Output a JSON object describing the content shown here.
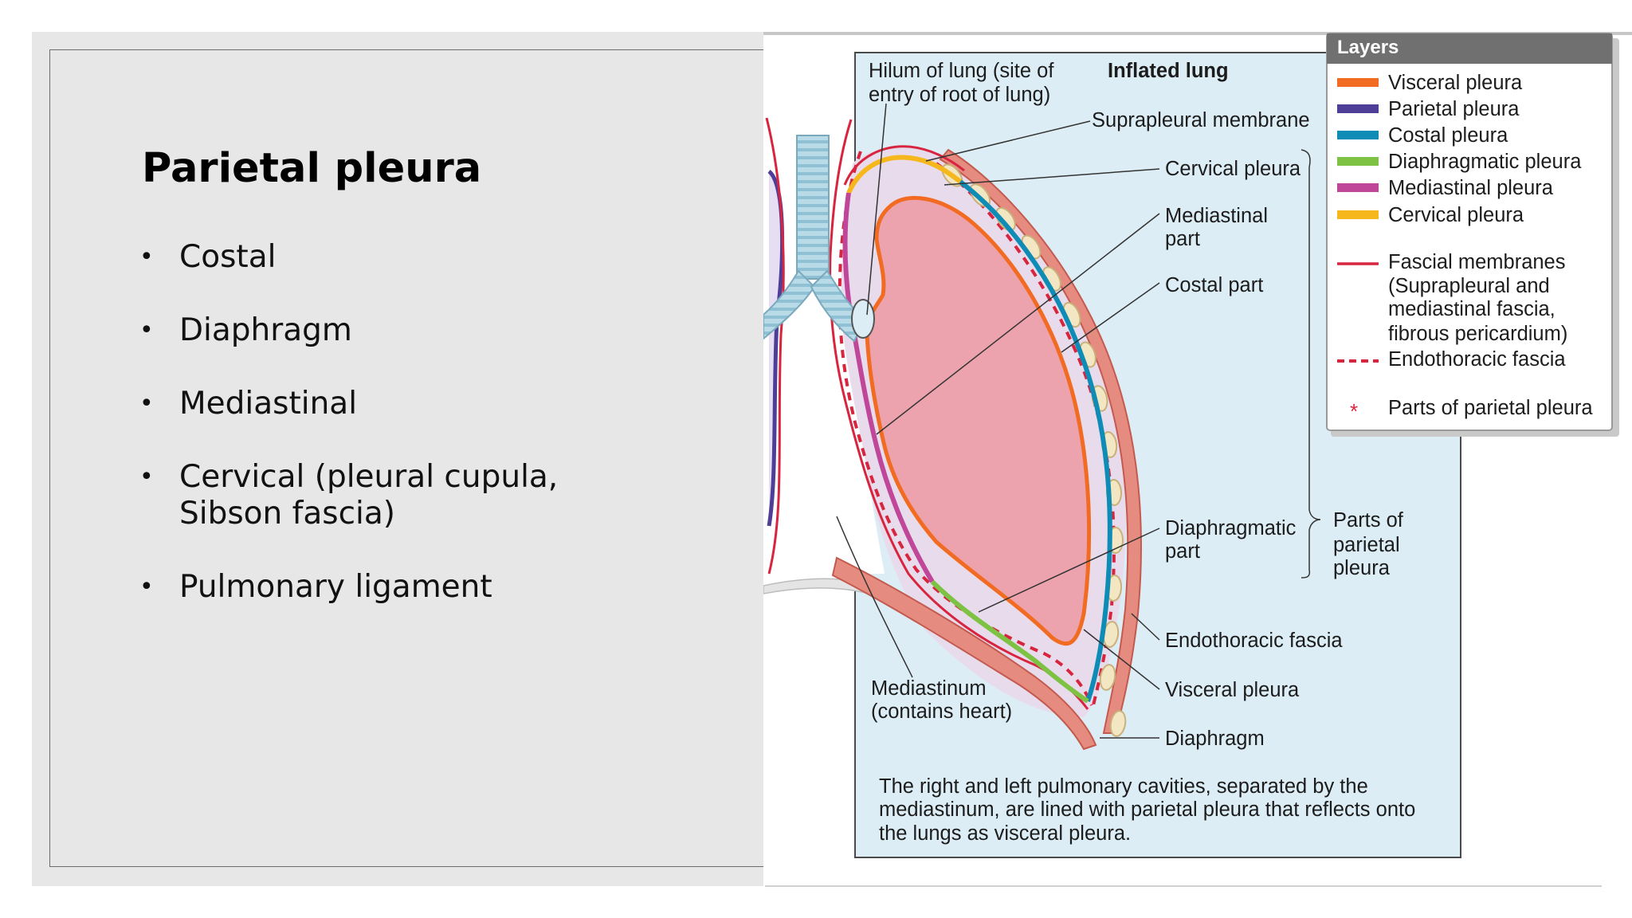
{
  "slide": {
    "title": "Parietal pleura",
    "bullets": [
      {
        "text": "Costal"
      },
      {
        "text": "Diaphragm"
      },
      {
        "text": "Mediastinal"
      },
      {
        "text": "Cervical (pleural cupula, Sibson fascia)"
      },
      {
        "text": "Pulmonary ligament"
      }
    ]
  },
  "figure": {
    "labels": {
      "hilum_line1": "Hilum of lung (site of",
      "hilum_line2": "entry of root of lung)",
      "inflated_lung": "Inflated lung",
      "suprapleural_membrane": "Suprapleural membrane",
      "cervical_pleura": "Cervical pleura",
      "mediastinal_part_line1": "Mediastinal",
      "mediastinal_part_line2": "part",
      "costal_part": "Costal part",
      "diaphragmatic_part_line1": "Diaphragmatic",
      "diaphragmatic_part_line2": "part",
      "parts_of_parietal_line1": "Parts of",
      "parts_of_parietal_line2": "parietal",
      "parts_of_parietal_line3": "pleura",
      "endothoracic_fascia": "Endothoracic fascia",
      "visceral_pleura": "Visceral pleura",
      "diaphragm": "Diaphragm",
      "mediastinum_line1": "Mediastinum",
      "mediastinum_line2": "(contains heart)"
    },
    "caption_lines": [
      "The right and left pulmonary cavities, separated by the",
      "mediastinum, are lined with parietal pleura that reflects onto",
      "the lungs as visceral pleura."
    ],
    "legend": {
      "title": "Layers",
      "items": [
        {
          "label": "Visceral pleura",
          "color": "#f26b22"
        },
        {
          "label": "Parietal pleura",
          "color": "#4f3e98"
        },
        {
          "label": "Costal pleura",
          "color": "#0f8cb5"
        },
        {
          "label": "Diaphragmatic pleura",
          "color": "#7dc243"
        },
        {
          "label": "Mediastinal pleura",
          "color": "#c0469a"
        },
        {
          "label": "Cervical pleura",
          "color": "#f5b71c"
        }
      ],
      "fascial_lines": [
        "Fascial membranes",
        "(Suprapleural and",
        "mediastinal fascia,",
        "fibrous pericardium)"
      ],
      "endothoracic": "Endothoracic fascia",
      "asterisk": "*",
      "parts_label": "Parts of parietal pleura"
    }
  }
}
